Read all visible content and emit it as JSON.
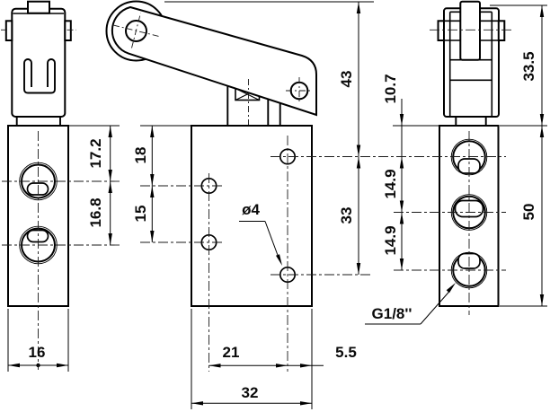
{
  "drawing": {
    "type": "technical-three-view-drawing",
    "subject": "roller-lever-limit-valve",
    "dims": {
      "d16": "16",
      "d17_2": "17.2",
      "d16_8": "16.8",
      "d18": "18",
      "d15": "15",
      "d43": "43",
      "d33": "33",
      "dia4": "ø4",
      "d21": "21",
      "d32": "32",
      "d5_5": "5.5",
      "d10_7": "10.7",
      "d14_9a": "14.9",
      "d14_9b": "14.9",
      "d33_5": "33.5",
      "d50": "50",
      "thread": "G1/8''"
    }
  }
}
